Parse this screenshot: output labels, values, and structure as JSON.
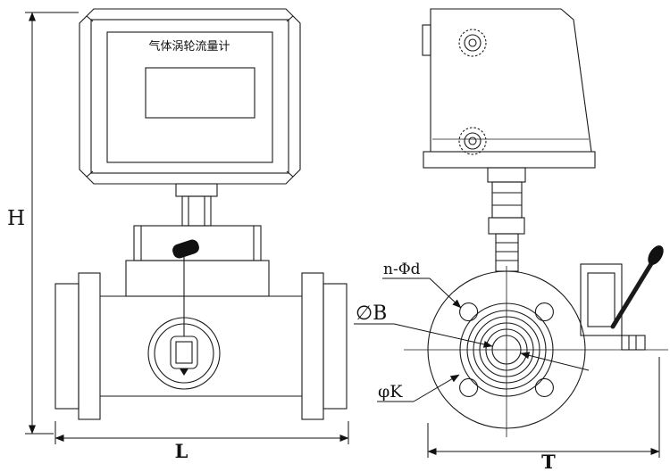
{
  "drawing": {
    "title_label": "气体涡轮流量计",
    "dimensions": {
      "height": "H",
      "length": "L",
      "width": "T"
    },
    "annotations": {
      "bolt_holes": "n-Φd",
      "body_diameter": "∅B",
      "bolt_circle_diameter": "φK"
    },
    "colors": {
      "line": "#1a1a1a",
      "background": "#ffffff"
    }
  }
}
